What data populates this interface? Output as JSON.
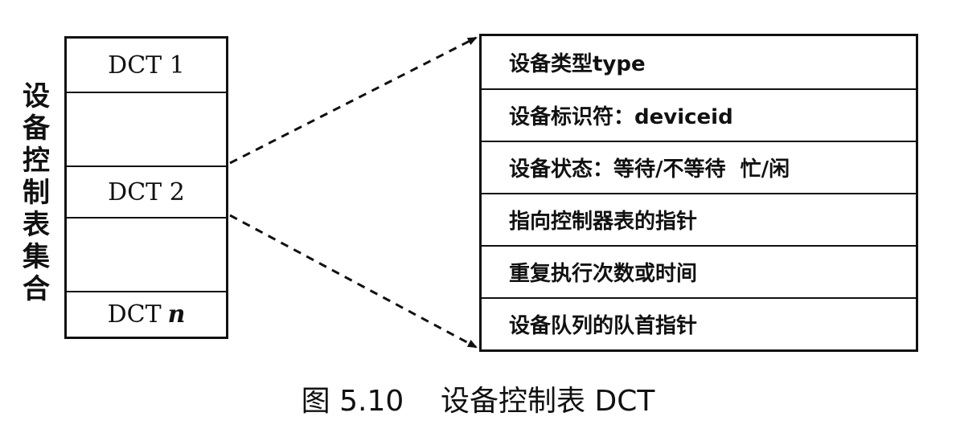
{
  "vertical_label": [
    "设",
    "备",
    "控",
    "制",
    "表",
    "集",
    "合"
  ],
  "left_table": {
    "dct1": "DCT 1",
    "dct2": "DCT 2",
    "dctn_prefix": "DCT",
    "dctn_var": "n"
  },
  "right_table": {
    "rows": [
      "设备类型type",
      "设备标识符：deviceid",
      "设备状态：等待/不等待  忙/闲",
      "指向控制器表的指针",
      "重复执行次数或时间",
      "设备队列的队首指针"
    ]
  },
  "caption": "图 5.10    设备控制表 DCT"
}
